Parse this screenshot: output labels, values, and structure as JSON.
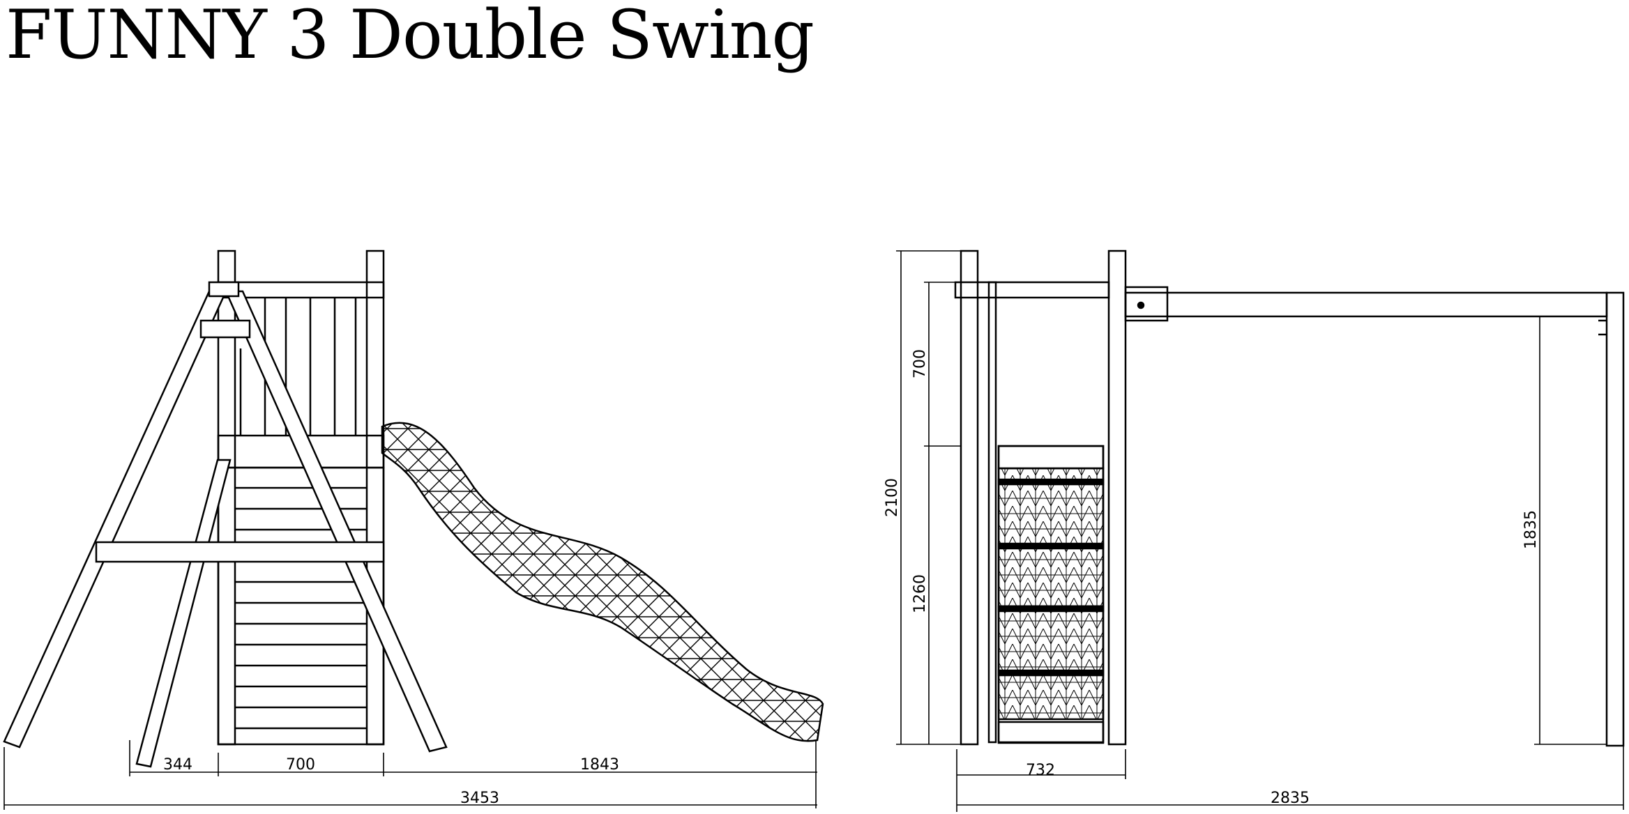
{
  "title": "FUNNY 3 Double Swing",
  "colors": {
    "line": "#000000",
    "background": "#ffffff"
  },
  "views": {
    "side": {
      "dimensions": {
        "leg_offset": "344",
        "tower_width": "700",
        "slide_length": "1843",
        "total_width": "3453"
      }
    },
    "front": {
      "dimensions": {
        "total_height": "2100",
        "upper_height": "700",
        "platform_height": "1260",
        "swing_beam_height": "1835",
        "tower_depth": "732",
        "total_depth": "2835"
      }
    }
  }
}
